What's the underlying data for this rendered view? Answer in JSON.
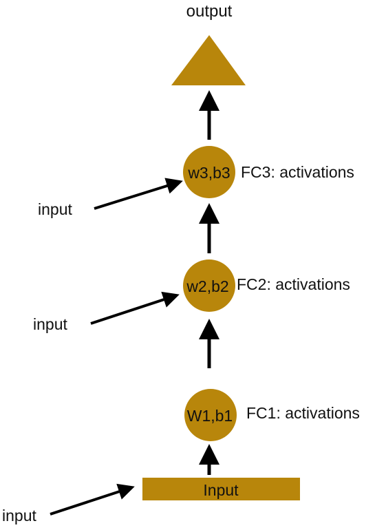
{
  "colors": {
    "node_fill": "#B8860B",
    "arrow": "#000000",
    "text": "#111111",
    "background": "#ffffff"
  },
  "output": {
    "label": "output",
    "shape": "triangle"
  },
  "layers": [
    {
      "node_label": "w3,b3",
      "side_label": "FC3: activations",
      "side_input_label": "input"
    },
    {
      "node_label": "w2,b2",
      "side_label": "FC2: activations",
      "side_input_label": "input"
    },
    {
      "node_label": "W1,b1",
      "side_label": "FC1: activations"
    }
  ],
  "input_block": {
    "label": "Input",
    "side_input_label": "input"
  }
}
